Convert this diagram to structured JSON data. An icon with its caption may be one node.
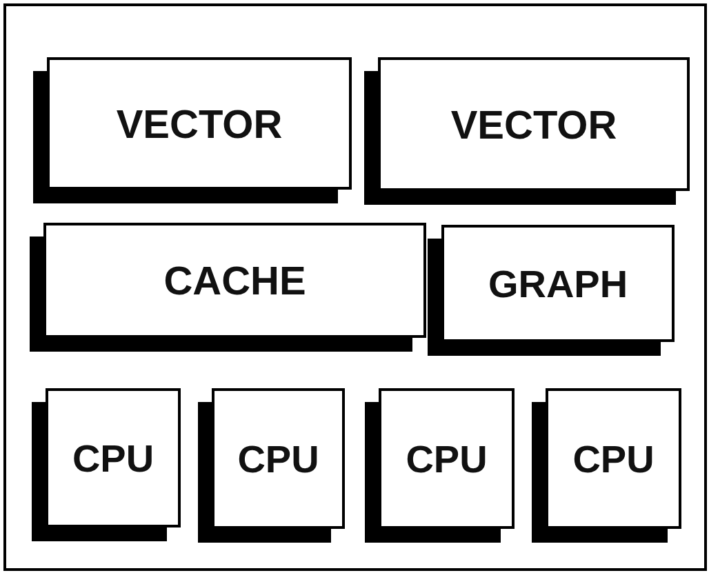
{
  "diagram": {
    "nodes": [
      {
        "text": [
          "VECTOR"
        ]
      },
      {
        "text": [
          "VECTOR"
        ]
      },
      {
        "text": [
          "CACHE"
        ]
      },
      {
        "text": [
          "GRAPH"
        ]
      },
      {
        "text": [
          "CPU"
        ]
      },
      {
        "text": [
          "CPU"
        ]
      },
      {
        "text": [
          "CPU"
        ]
      },
      {
        "text": [
          "CPU"
        ]
      }
    ]
  }
}
